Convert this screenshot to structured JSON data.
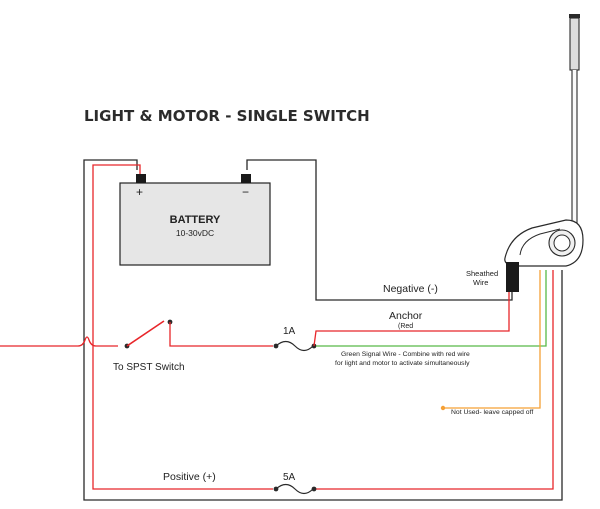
{
  "title": "LIGHT & MOTOR - SINGLE SWITCH",
  "battery": {
    "label": "BATTERY",
    "voltage": "10-30vDC",
    "pos_symbol": "+",
    "neg_symbol": "−",
    "color": "#e6e6e6"
  },
  "labels": {
    "negative": "Negative (-)",
    "sheathed_line1": "Sheathed",
    "sheathed_line2": "Wire",
    "anchor": "Anchor",
    "anchor_sub": "(Red",
    "fuse_1a": "1A",
    "fuse_5a": "5A",
    "green_line1": "Green Signal Wire - Combine with red wire",
    "green_line2": "for light and motor to activate simultaneously",
    "not_used": "Not Used- leave capped off",
    "switch": "To SPST Switch",
    "positive": "Positive (+)"
  },
  "colors": {
    "red_wire": "#e8262a",
    "green_wire": "#58b947",
    "orange_wire": "#f5a035",
    "black_wire": "#2a2a2a"
  }
}
